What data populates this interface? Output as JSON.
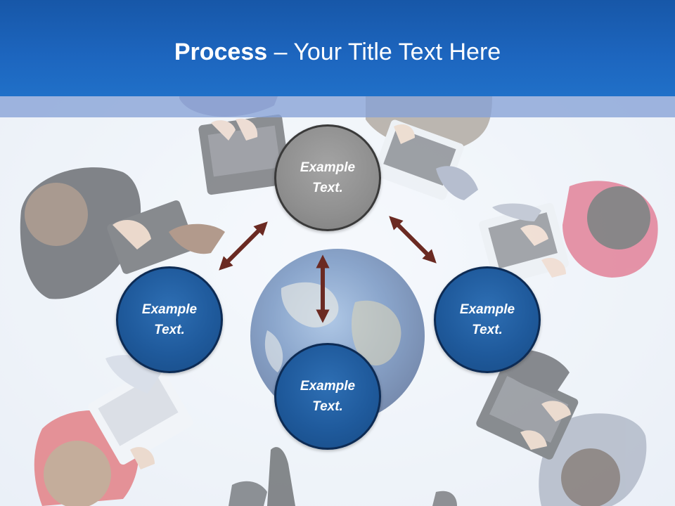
{
  "slide": {
    "title_bold": "Process",
    "title_separator": " – ",
    "title_rest": "Your Title Text Here"
  },
  "nodes": {
    "top": {
      "text": "Example Text.",
      "color": "#8f8f8f"
    },
    "left": {
      "text": "Example Text.",
      "color": "#1f5a9c"
    },
    "center": {
      "text": "Example Text.",
      "color": "#1f5a9c"
    },
    "right": {
      "text": "Example Text.",
      "color": "#1f5a9c"
    }
  },
  "colors": {
    "title_bar": "#1d66bf",
    "arrow": "#6b2a22",
    "node_border": "#0d2b54"
  }
}
